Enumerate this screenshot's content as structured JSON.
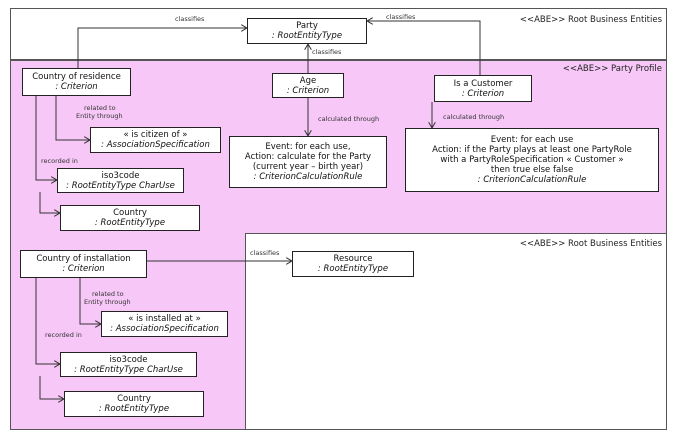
{
  "packages": {
    "root_top": "<<ABE>> Root Business Entities",
    "party_profile": "<<ABE>> Party Profile",
    "root_bottom": "<<ABE>> Root Business Entities"
  },
  "nodes": {
    "party": {
      "name": "Party",
      "type": ": RootEntityType"
    },
    "country_residence": {
      "name": "Country of residence",
      "type": ": Criterion"
    },
    "age": {
      "name": "Age",
      "type": ": Criterion"
    },
    "is_customer": {
      "name": "Is a Customer",
      "type": ": Criterion"
    },
    "is_citizen": {
      "name": "« is citizen of »",
      "type": ": AssociationSpecification"
    },
    "age_rule": {
      "l1": "Event: for each use,",
      "l2": "Action: calculate for the Party",
      "l3": "(current year – birth year)",
      "type": ": CriterionCalculationRule"
    },
    "customer_rule": {
      "l1": "Event: for each use",
      "l2": "Action: if the Party plays at least one PartyRole",
      "l3": "with a PartyRoleSpecification « Customer »",
      "l4": "then true else false",
      "type": ": CriterionCalculationRule"
    },
    "iso_top": {
      "name": "iso3code",
      "type": ": RootEntityType CharUse"
    },
    "country_top": {
      "name": "Country",
      "type": ": RootEntityType"
    },
    "country_installation": {
      "name": "Country of installation",
      "type": ": Criterion"
    },
    "resource": {
      "name": "Resource",
      "type": ": RootEntityType"
    },
    "is_installed": {
      "name": "« is installed at »",
      "type": ": AssociationSpecification"
    },
    "iso_bottom": {
      "name": "iso3code",
      "type": ": RootEntityType CharUse"
    },
    "country_bottom": {
      "name": "Country",
      "type": ": RootEntityType"
    }
  },
  "edge_labels": {
    "classifies_left": "classifies",
    "classifies_right": "classifies",
    "classifies_mid": "classifies",
    "related_1a": "related to",
    "related_1b": "Entity through",
    "recorded_1": "recorded in",
    "calc_age": "calculated through",
    "calc_customer": "calculated through",
    "classifies_resource": "classifies",
    "related_2a": "related to",
    "related_2b": "Entity through",
    "recorded_2": "recorded in"
  },
  "colors": {
    "pink": "#f7c8f7",
    "white": "#ffffff",
    "line": "#333333"
  }
}
